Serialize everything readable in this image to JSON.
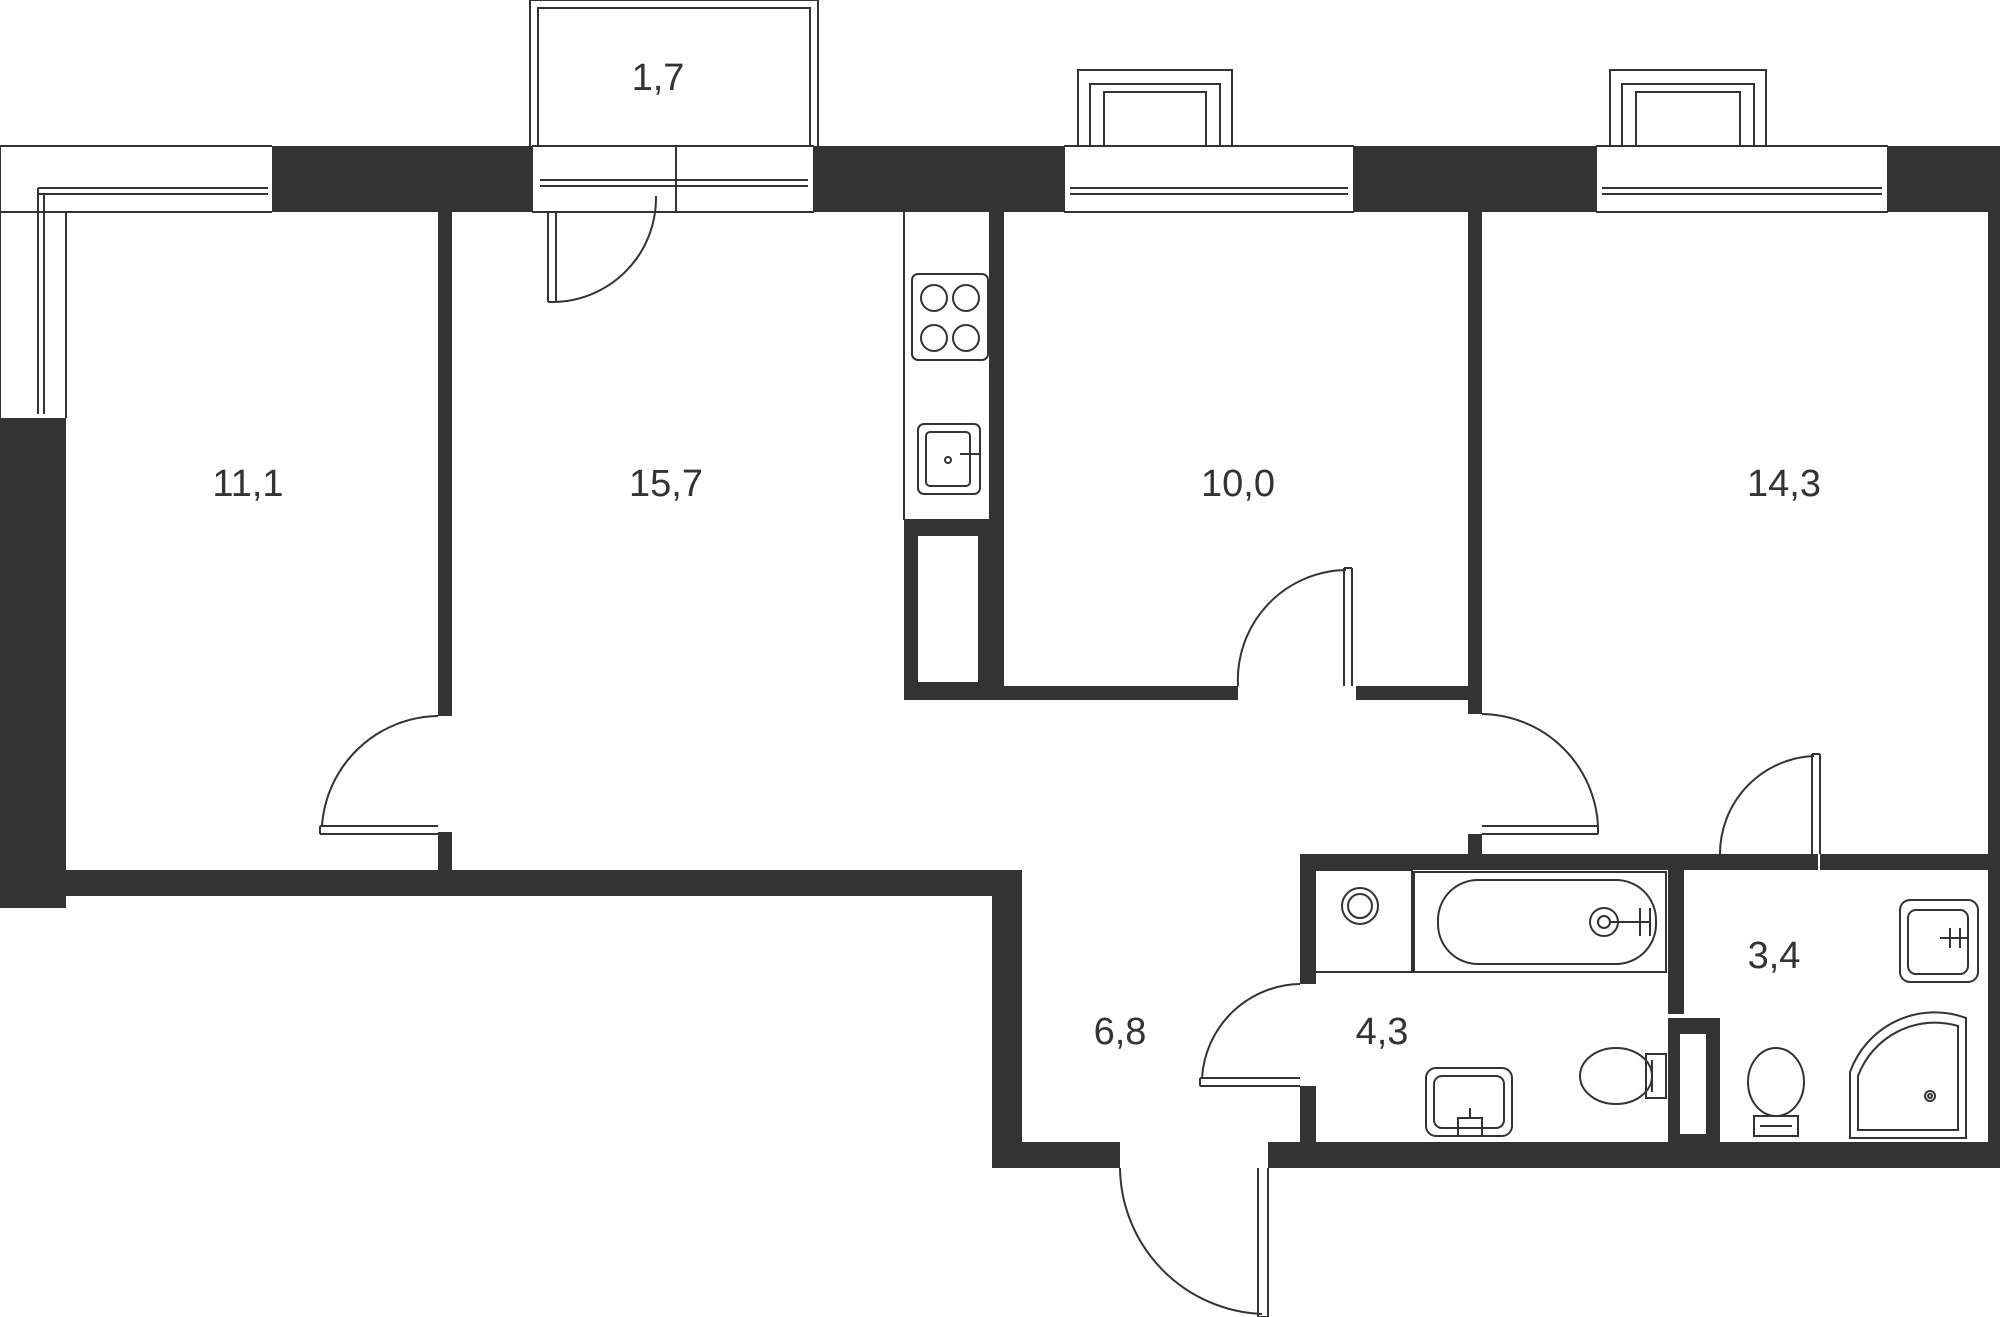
{
  "plan": {
    "colors": {
      "wall": "#333333",
      "background": "#ffffff"
    },
    "rooms": [
      {
        "id": "balcony",
        "area": "1,7"
      },
      {
        "id": "bedroom-left",
        "area": "11,1"
      },
      {
        "id": "living-kitchen",
        "area": "15,7"
      },
      {
        "id": "bedroom-middle",
        "area": "10,0"
      },
      {
        "id": "bedroom-right",
        "area": "14,3"
      },
      {
        "id": "hallway",
        "area": "6,8"
      },
      {
        "id": "bathroom",
        "area": "4,3"
      },
      {
        "id": "shower-room",
        "area": "3,4"
      }
    ],
    "icons": [
      "stove-icon",
      "kitchen-sink-icon",
      "washing-machine-icon",
      "bathtub-icon",
      "washbasin-icon",
      "toilet-icon",
      "shower-icon"
    ]
  }
}
